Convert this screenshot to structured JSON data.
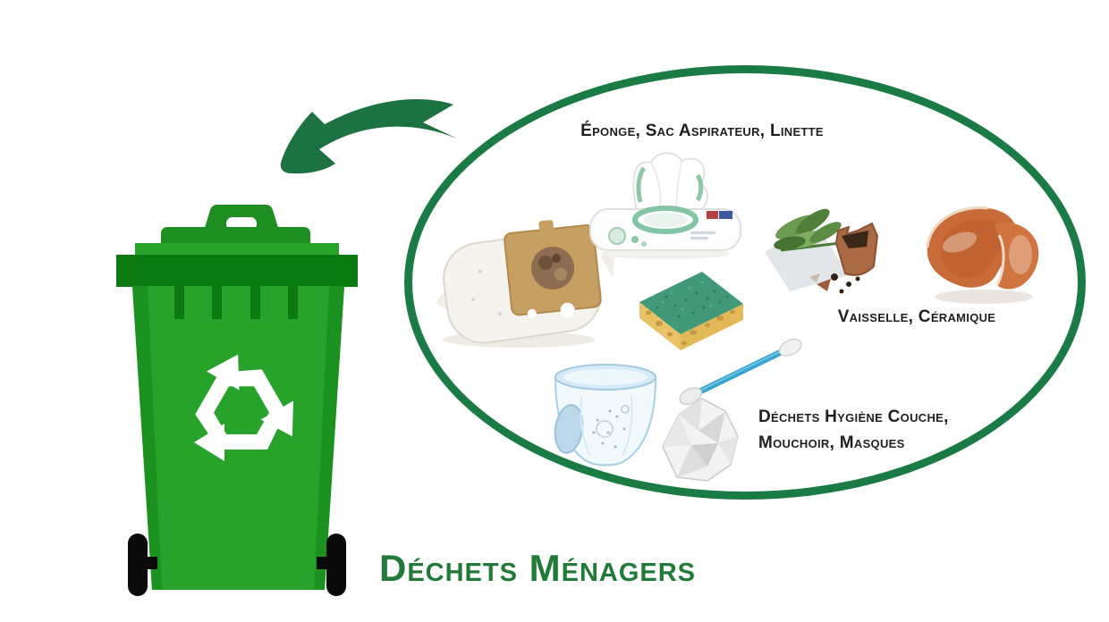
{
  "title": "Déchets Ménagers",
  "labels": {
    "sponge_vacuum": "Éponge, Sac Aspirateur, Linette",
    "dishes_ceramic": "Vaisselle, Céramique",
    "hygiene_line1": "Déchets Hygiène Couche,",
    "hygiene_line2": "Mouchoir, Masques"
  },
  "images": {
    "bin": "green-wheelie-bin",
    "bin_symbol": "recycling-icon",
    "arrow": "curved-arrow-to-bin",
    "circle": "green-ellipse-outline",
    "items": [
      "vacuum-cleaner-bag",
      "wet-wipes-pack",
      "kitchen-sponge",
      "broken-flower-pot-with-plant",
      "broken-ceramic-bowl",
      "baby-diaper",
      "cotton-swab",
      "crumpled-tissue"
    ]
  },
  "colors": {
    "ellipse_border": "#1b7b45",
    "arrow_green": "#1d7242",
    "title_green": "#217a38",
    "bin_body": "#27a32b",
    "bin_dark": "#0b7a10",
    "label_text": "#1f1f1f"
  }
}
